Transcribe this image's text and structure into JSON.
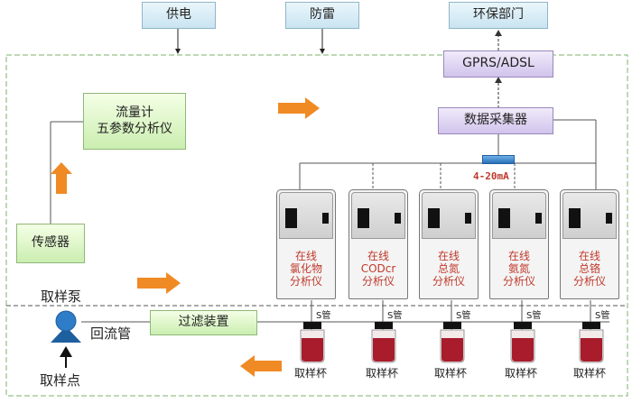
{
  "top": {
    "power": "供电",
    "lightning": "防雷",
    "env_dept": "环保部门"
  },
  "gprs": "GPRS/ADSL",
  "collector": "数据采集器",
  "flowmeter": [
    "流量计",
    "五参数分析仪"
  ],
  "sensor": "传感器",
  "signal": "4-20mA",
  "pump": "取样泵",
  "return_pipe": "回流管",
  "sample_point": "取样点",
  "filter": "过滤装置",
  "analyzers": [
    {
      "line1": "在线",
      "line2": "氯化物",
      "line3": "分析仪"
    },
    {
      "line1": "在线",
      "line2": "CODcr",
      "line3": "分析仪"
    },
    {
      "line1": "在线",
      "line2": "总氮",
      "line3": "分析仪"
    },
    {
      "line1": "在线",
      "line2": "氨氮",
      "line3": "分析仪"
    },
    {
      "line1": "在线",
      "line2": "总铬",
      "line3": "分析仪"
    }
  ],
  "s_pipe": "S管",
  "sample_cup": "取样杯",
  "colors": {
    "accent_orange": "#f08a24",
    "analyzer_text": "#c0392b",
    "signal_text": "#c0392b",
    "dashed_border": "#7bb36a",
    "cup_red": "#a81c2c"
  }
}
